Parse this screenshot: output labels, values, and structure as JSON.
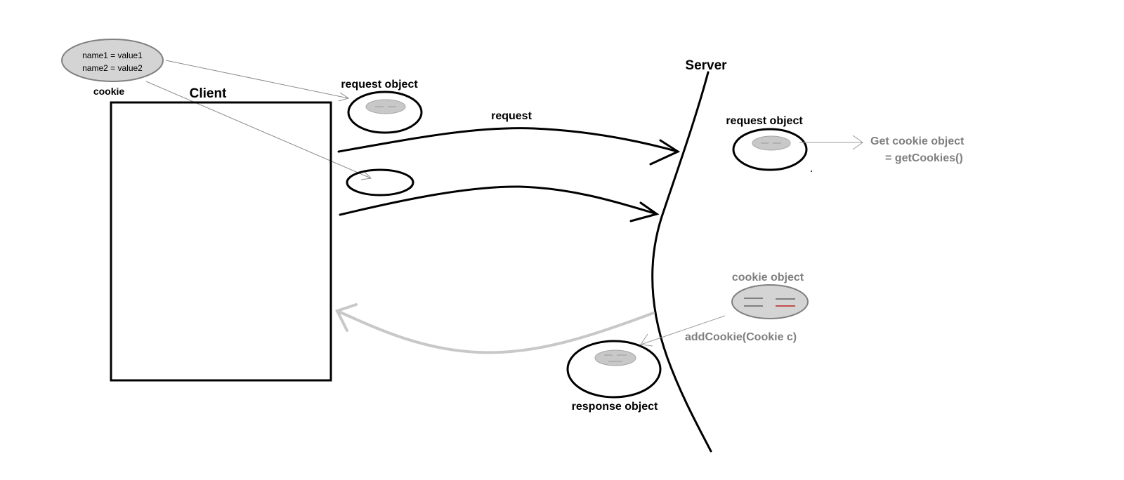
{
  "cookie": {
    "entries": [
      "name1 = value1",
      "name2 = value2"
    ],
    "caption": "cookie"
  },
  "client": {
    "label": "Client"
  },
  "server": {
    "label": "Server"
  },
  "client_side": {
    "request_object_label": "request object",
    "request_label": "request"
  },
  "server_side": {
    "request_object_label": "request object",
    "get_cookie_line1": "Get cookie object",
    "get_cookie_line2": "= getCookies()",
    "cookie_object_label": "cookie object",
    "add_cookie_label": "addCookie(Cookie c)",
    "response_object_label": "response object"
  },
  "colors": {
    "stroke": "#000000",
    "grey_text": "#7f7f7f",
    "oval_fill": "#d4d4d4",
    "response_arrow": "#c8c8c8",
    "accent_line": "#c0504d"
  }
}
